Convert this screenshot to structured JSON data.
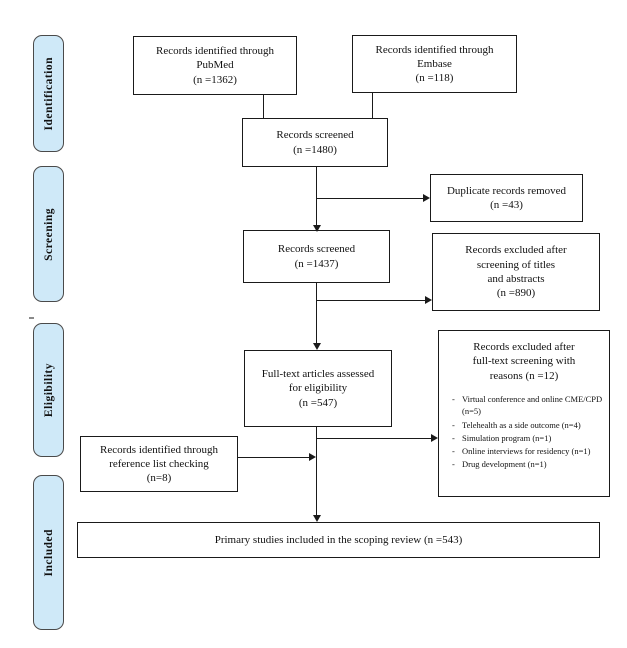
{
  "colors": {
    "stage_fill": "#cfe9f8",
    "stage_border": "#4a4a4a",
    "box_border": "#1a1a1a",
    "line": "#1a1a1a"
  },
  "stages": [
    {
      "label": "Identification"
    },
    {
      "label": "Screening"
    },
    {
      "label": "Eligibility"
    },
    {
      "label": "Included"
    }
  ],
  "boxes": {
    "pubmed": {
      "text": "Records identified through\nPubMed\n(n =1362)"
    },
    "embase": {
      "text": "Records identified through\nEmbase\n(n =118)"
    },
    "screened_initial": {
      "text": "Records screened\n(n =1480)"
    },
    "duplicates_removed": {
      "text": "Duplicate records removed\n(n =43)"
    },
    "screened_after_duplicates": {
      "text": "Records screened\n(n =1437)"
    },
    "excluded_titles_abstracts": {
      "text": "Records excluded after\nscreening of titles\nand abstracts\n(n =890)"
    },
    "fulltext_assessed": {
      "text": "Full-text articles assessed\nfor eligibility\n(n =547)"
    },
    "fulltext_excluded": {
      "title": "Records excluded after\nfull-text screening with\nreasons (n =12)",
      "reasons": [
        "Virtual conference and online CME/CPD (n=5)",
        "Telehealth as a side outcome (n=4)",
        "Simulation program (n=1)",
        "Online interviews for residency (n=1)",
        "Drug development (n=1)"
      ]
    },
    "reference_list": {
      "text": "Records identified through\nreference list checking\n(n=8)"
    },
    "included_primary": {
      "text": "Primary studies included in the scoping review (n =543)"
    }
  }
}
